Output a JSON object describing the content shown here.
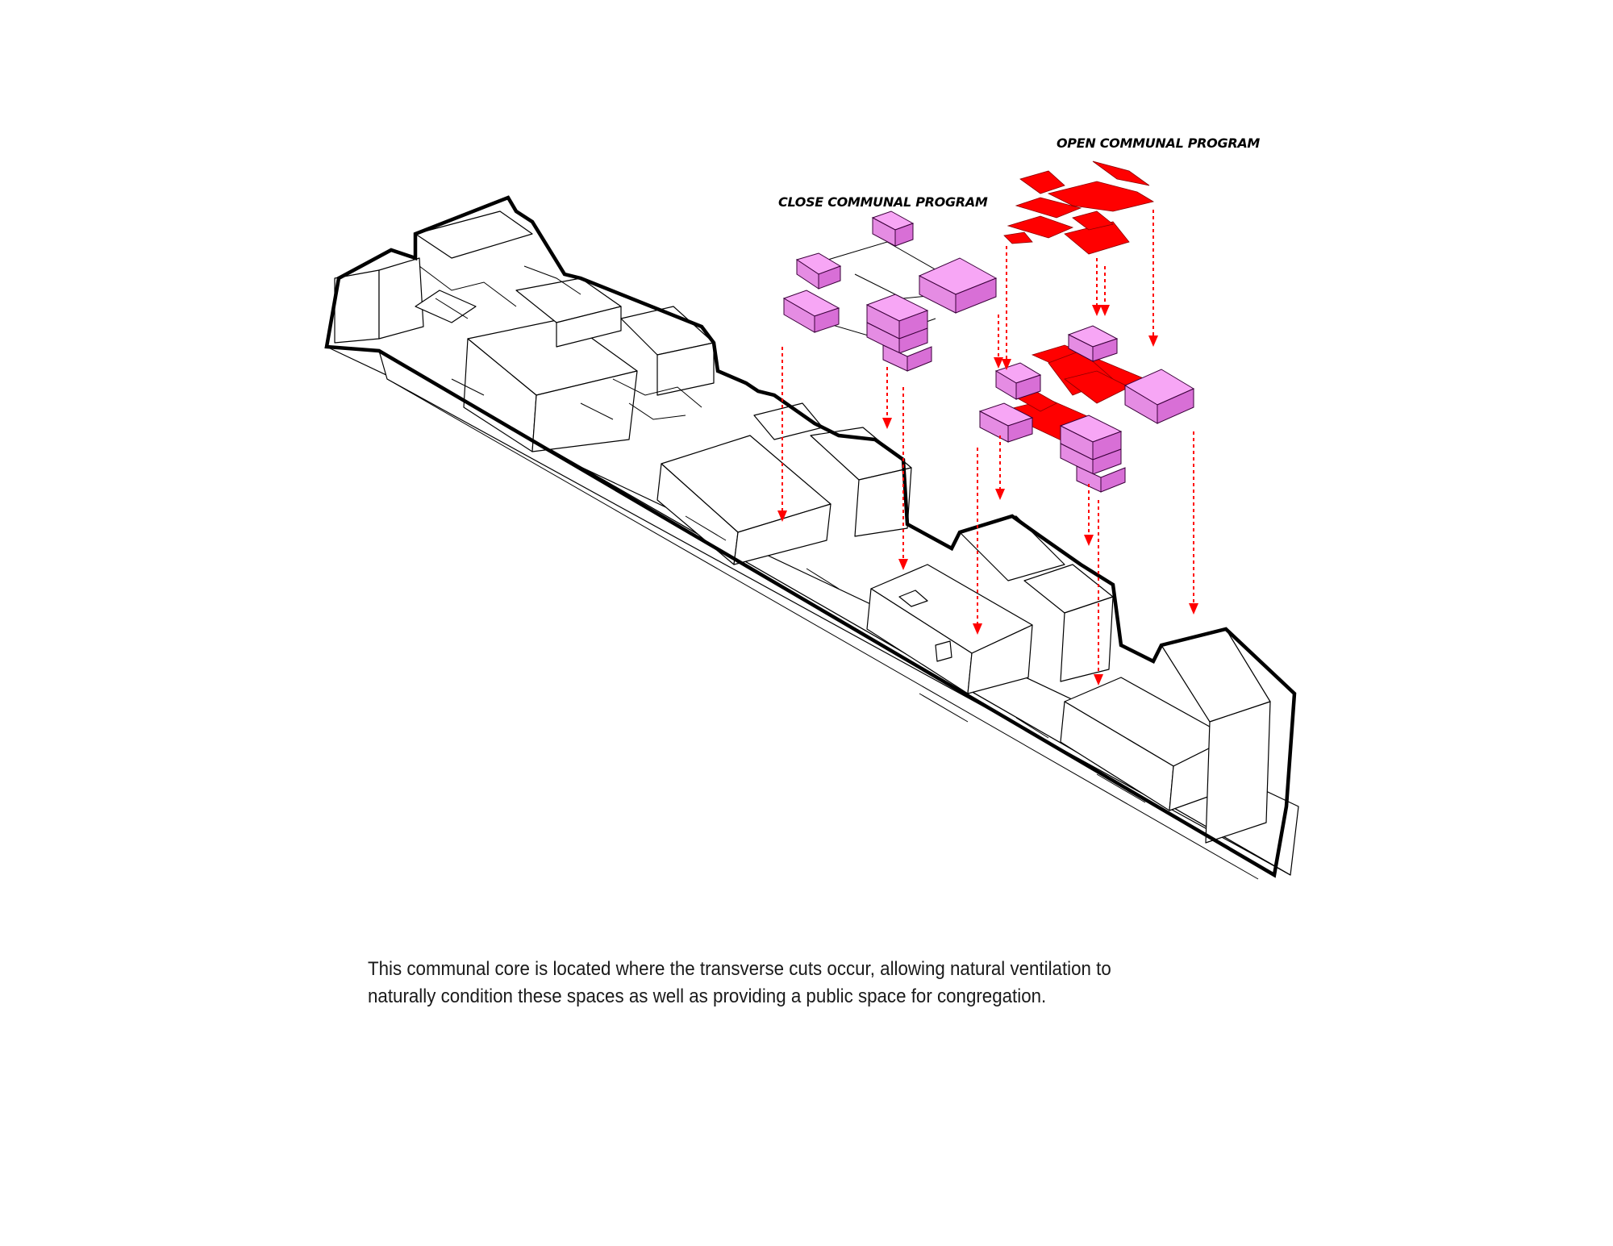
{
  "labels": {
    "open_communal": "OPEN COMMUNAL PROGRAM",
    "close_communal": "CLOSE COMMUNAL PROGRAM"
  },
  "caption": {
    "line1": "This communal core is located where the transverse cuts occur, allowing natural ventilation to",
    "line2": "naturally condition these spaces as well as providing a public space for congregation."
  },
  "colors": {
    "close_program": "#f7a6f5",
    "open_program": "#ff0000",
    "arrows": "#ff0000",
    "building_outline": "#000000"
  }
}
